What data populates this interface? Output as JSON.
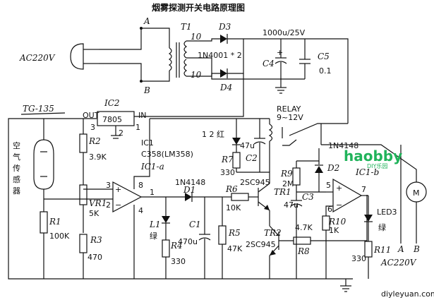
{
  "title": "烟雾探测开关电路原理图",
  "footer": "diyleyuan.com",
  "watermark": {
    "brand": "haobby",
    "sub": "DIY乐园"
  },
  "labels": {
    "ac_left": "AC220V",
    "ac_right": "AC220V",
    "node_a_top": "A",
    "node_b_top": "B",
    "node_a_bottom": "A",
    "node_b_bottom": "B",
    "t1": "T1",
    "t1_pri_sec1": "10",
    "t1_pri_sec2": "10",
    "d3": "D3",
    "d4": "D4",
    "rect_diodes": "1N4001 * 2",
    "c4_value": "1000u/25V",
    "c4": "C4",
    "c5": "C5",
    "c5_value": "0.1",
    "relay": "RELAY",
    "relay_v": "9~12V",
    "sensor_model": "TG-135",
    "sensor_name": "空气传感器",
    "ic2": "IC2",
    "ic2_chip": "7805",
    "ic2_out": "OUT",
    "ic2_in": "IN",
    "ic2_pin3": "3",
    "ic2_pin2": "2",
    "ic2_pin1": "1",
    "r2": "R2",
    "r2_value": "3.9K",
    "ic1": "IC1",
    "ic1_chip": "C358(LM358)",
    "ic1a": "IC1-a",
    "op_pin3": "3",
    "op_pin2": "2",
    "op_pin8": "8",
    "op_pin4": "4",
    "op_pin1": "1",
    "vr1": "VR1",
    "vr1_value": "5K",
    "r1": "R1",
    "r1_value": "100K",
    "r3": "R3",
    "r3_value": "470",
    "d1_model": "1N4148",
    "d1": "D1",
    "l1": "L1",
    "l1_color": "绿",
    "r4": "R4",
    "r4_value": "330",
    "c1": "C1",
    "c1_value": "470u",
    "r5": "R5",
    "r5_value": "47K",
    "r6": "R6",
    "r6_value": "10K",
    "led12": "1 2 红",
    "r7": "R7",
    "r7_value": "330",
    "c2": "C2",
    "c2_value": "47u",
    "tr1_model": "2SC945",
    "tr1": "TR1",
    "tr2": "TR2",
    "tr2_model": "2SC945",
    "r8": "R8",
    "r8_value": "4.7K",
    "r9": "R9",
    "r9_value": "2M",
    "c3": "C3",
    "c3_value": "47u",
    "d2_model": "1N4148",
    "d2": "D2",
    "ic1b": "IC1-b",
    "opb_pin5": "5",
    "opb_pin6": "6",
    "opb_pin7": "7",
    "r10": "R10",
    "r10_value": "1K",
    "led3": "LED3",
    "led3_color": "绿",
    "r11": "R11",
    "r11_value": "330",
    "motor": "M"
  }
}
